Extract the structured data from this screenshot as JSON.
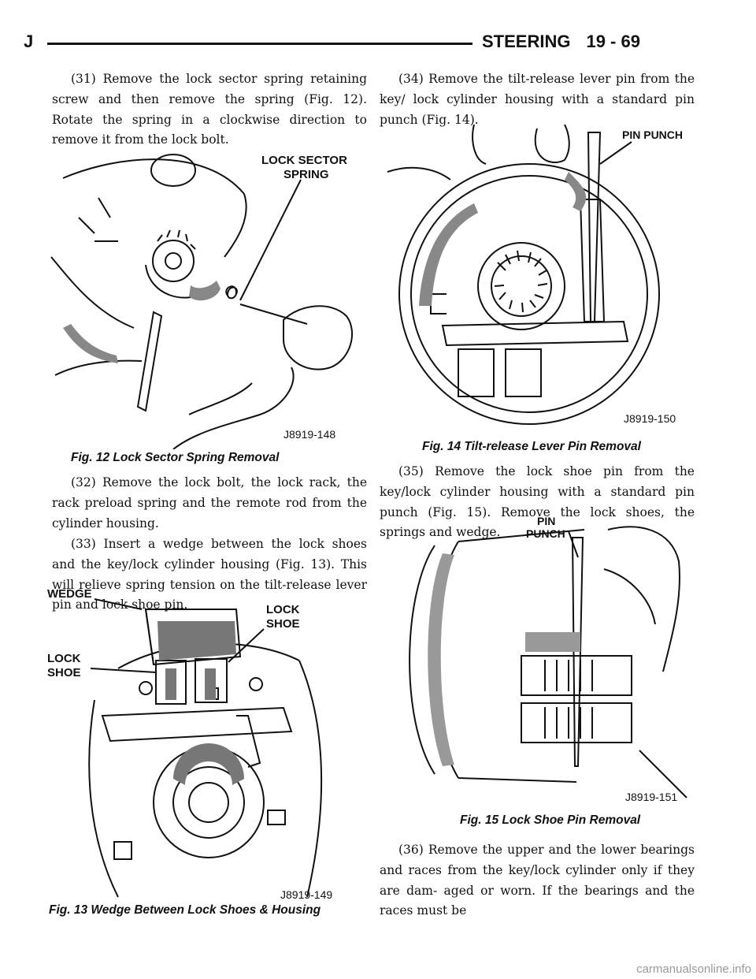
{
  "header": {
    "left": "J",
    "section": "STEERING",
    "page_number": "19 - 69"
  },
  "left_column": {
    "para31": "(31) Remove the lock sector spring retaining screw and then remove the spring (Fig. 12). Rotate the spring in a clockwise direction to remove it from the lock bolt.",
    "fig12": {
      "callout_line1": "LOCK SECTOR",
      "callout_line2": "SPRING",
      "code": "J8919-148",
      "caption": "Fig. 12 Lock Sector Spring Removal"
    },
    "para32": "(32) Remove the lock bolt, the lock rack, the rack preload spring and the remote rod from the cylinder housing.",
    "para33": "(33) Insert a wedge between the lock shoes and the key/lock cylinder housing (Fig. 13). This will relieve spring tension on the tilt-release lever pin and lock shoe pin.",
    "fig13": {
      "callout_wedge": "WEDGE",
      "callout_lock_shoe_right_1": "LOCK",
      "callout_lock_shoe_right_2": "SHOE",
      "callout_lock_shoe_left_1": "LOCK",
      "callout_lock_shoe_left_2": "SHOE",
      "code": "J8919-149",
      "caption": "Fig. 13 Wedge Between Lock Shoes & Housing"
    }
  },
  "right_column": {
    "para34": "(34) Remove the tilt-release lever pin from the key/ lock cylinder housing with a standard pin punch (Fig. 14).",
    "fig14": {
      "callout": "PIN PUNCH",
      "code": "J8919-150",
      "caption": "Fig. 14 Tilt-release Lever Pin Removal"
    },
    "para35": "(35) Remove the lock shoe pin from the key/lock cylinder housing with a standard pin punch (Fig. 15). Remove the lock shoes, the springs and wedge.",
    "fig15": {
      "callout_line1": "PIN",
      "callout_line2": "PUNCH",
      "code": "J8919-151",
      "caption": "Fig. 15 Lock Shoe Pin Removal"
    },
    "para36": "(36) Remove the upper and the lower bearings and races from the key/lock cylinder only if they are dam- aged or worn. If the bearings and the races must be"
  },
  "watermark": "carmanualsonline.info"
}
